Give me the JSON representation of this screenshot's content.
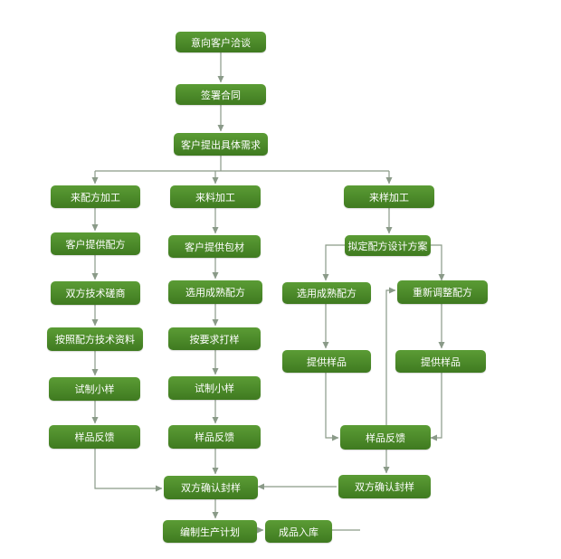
{
  "colors": {
    "node": "#4d8c2b",
    "node_text": "#ffffff",
    "line": "#8a9a88",
    "background": "#ffffff"
  },
  "nodes": {
    "intent": "意向客户洽谈",
    "sign": "签署合同",
    "requirement": "客户提出具体需求",
    "formula_processing": "来配方加工",
    "material_processing": "来料加工",
    "sample_processing": "来样加工",
    "customer_formula": "客户提供配方",
    "customer_packaging": "客户提供包材",
    "draft_design": "拟定配方设计方案",
    "tech_discussion": "双方技术磋商",
    "choose_mature_1": "选用成熟配方",
    "choose_mature_2": "选用成熟配方",
    "readjust": "重新调整配方",
    "formula_tech_data": "按照配方技术资料",
    "by_requirement": "按要求打样",
    "provide_sample_1": "提供样品",
    "provide_sample_2": "提供样品",
    "trial_1": "试制小样",
    "trial_2": "试制小样",
    "feedback_1": "样品反馈",
    "feedback_2": "样品反馈",
    "feedback_3": "样品反馈",
    "confirm_seal_1": "双方确认封样",
    "confirm_seal_2": "双方确认封样",
    "production_plan": "编制生产计划",
    "warehousing": "成品入库"
  }
}
